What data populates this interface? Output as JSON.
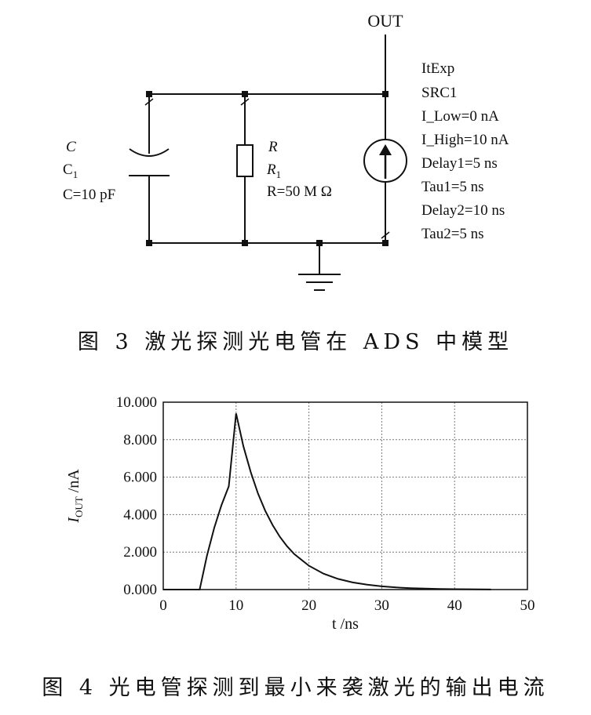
{
  "figure3": {
    "caption": "图 3   激光探测光电管在 ADS 中模型",
    "out_label": "OUT",
    "capacitor": {
      "line1": "C",
      "line2_base": "C",
      "line2_sub": "1",
      "line3": "C=10 pF"
    },
    "resistor": {
      "line1": "R",
      "line2_base": "R",
      "line2_sub": "1",
      "line3": "R=50 M Ω"
    },
    "source": {
      "params": [
        "ItExp",
        "SRC1",
        "I_Low=0 nA",
        "I_High=10 nA",
        "Delay1=5 ns",
        "Tau1=5 ns",
        "Delay2=10 ns",
        "Tau2=5 ns"
      ]
    }
  },
  "figure4": {
    "caption": "图 4   光电管探测到最小来袭激光的输出电流"
  },
  "chart_data": {
    "type": "line",
    "xlabel": "t /ns",
    "ylabel_base": "I",
    "ylabel_sub": "OUT",
    "ylabel_unit": " /nA",
    "xlim": [
      0,
      50
    ],
    "ylim": [
      0,
      10
    ],
    "x_ticks": [
      0,
      10,
      20,
      30,
      40,
      50
    ],
    "x_tick_labels": [
      "0",
      "10",
      "20",
      "30",
      "40",
      "50"
    ],
    "y_ticks": [
      0,
      2,
      4,
      6,
      8,
      10
    ],
    "y_tick_labels": [
      "0.000",
      "2.000",
      "4.000",
      "6.000",
      "8.000",
      "10.000"
    ],
    "grid": true,
    "series": [
      {
        "x": [
          0,
          5,
          6,
          7,
          8,
          9,
          10,
          11,
          12,
          13,
          14,
          15,
          16,
          17,
          18,
          20,
          22,
          24,
          26,
          28,
          30,
          32,
          34,
          36,
          38,
          40,
          42,
          45
        ],
        "y": [
          0,
          0,
          1.81,
          3.3,
          4.51,
          5.51,
          9.4,
          7.65,
          6.28,
          5.14,
          4.21,
          3.45,
          2.82,
          2.31,
          1.89,
          1.27,
          0.85,
          0.57,
          0.38,
          0.26,
          0.17,
          0.115,
          0.077,
          0.052,
          0.035,
          0.023,
          0.015,
          0.005
        ]
      }
    ]
  }
}
